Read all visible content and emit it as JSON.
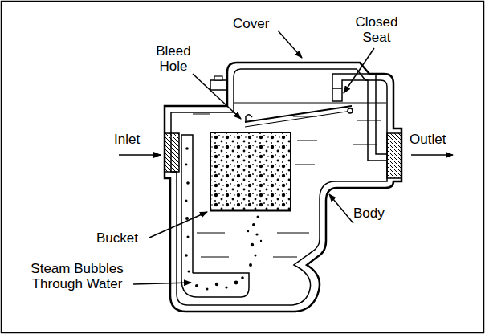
{
  "diagram": {
    "labels": [
      "Cover",
      "Closed Seat",
      "Bleed Hole",
      "Inlet",
      "Outlet",
      "Bucket",
      "Body",
      "Steam Bubbles Through Water"
    ]
  }
}
